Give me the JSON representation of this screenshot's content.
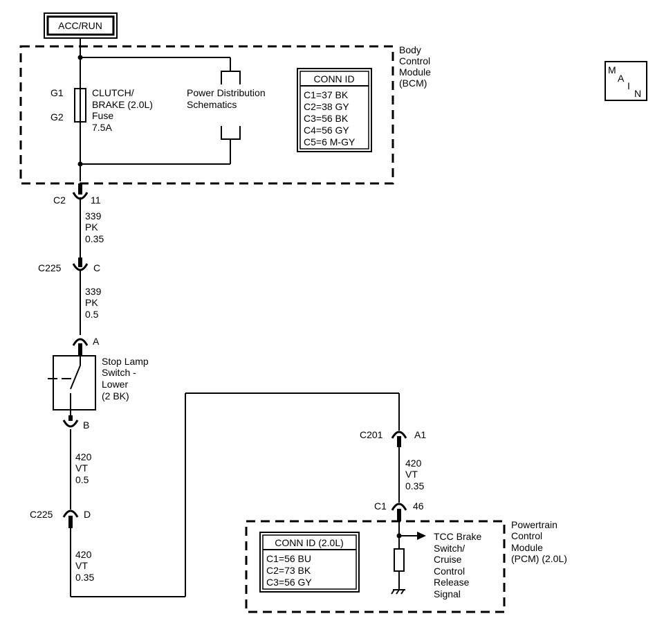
{
  "power_source": "ACC/RUN",
  "bcm": {
    "name_lines": [
      "Body",
      "Control",
      "Module",
      "(BCM)"
    ],
    "fuse_terminal_top": "G1",
    "fuse_terminal_bottom": "G2",
    "fuse_label_lines": [
      "CLUTCH/",
      "BRAKE (2.0L)",
      "Fuse",
      "7.5A"
    ],
    "pds_label_lines": [
      "Power Distribution",
      "Schematics"
    ],
    "conn_id_title": "CONN ID",
    "conn_id_rows": [
      "C1=37 BK",
      "C2=38 GY",
      "C3=56 BK",
      "C4=56 GY",
      "C5=6 M-GY"
    ]
  },
  "connectors": {
    "c2": {
      "name": "C2",
      "pin": "11"
    },
    "c225_top": {
      "name": "C225",
      "pin": "C"
    },
    "switch_a": {
      "pin": "A"
    },
    "switch_b": {
      "pin": "B"
    },
    "c225_bottom": {
      "name": "C225",
      "pin": "D"
    },
    "c201": {
      "name": "C201",
      "pin": "A1"
    },
    "c1": {
      "name": "C1",
      "pin": "46"
    }
  },
  "wires": {
    "w1": [
      "339",
      "PK",
      "0.35"
    ],
    "w2": [
      "339",
      "PK",
      "0.5"
    ],
    "w3": [
      "420",
      "VT",
      "0.5"
    ],
    "w4": [
      "420",
      "VT",
      "0.35"
    ],
    "w5": [
      "420",
      "VT",
      "0.35"
    ]
  },
  "stop_lamp_switch": [
    "Stop Lamp",
    "Switch -",
    "Lower",
    "(2 BK)"
  ],
  "pcm": {
    "name_lines": [
      "Powertrain",
      "Control",
      "Module",
      "(PCM) (2.0L)"
    ],
    "conn_id_title": "CONN ID (2.0L)",
    "conn_id_rows": [
      "C1=56 BU",
      "C2=73 BK",
      "C3=56 GY"
    ],
    "signal_lines": [
      "TCC Brake",
      "Switch/",
      "Cruise",
      "Control",
      "Release",
      "Signal"
    ]
  },
  "main_badge": [
    "M",
    "A",
    "I",
    "N"
  ]
}
